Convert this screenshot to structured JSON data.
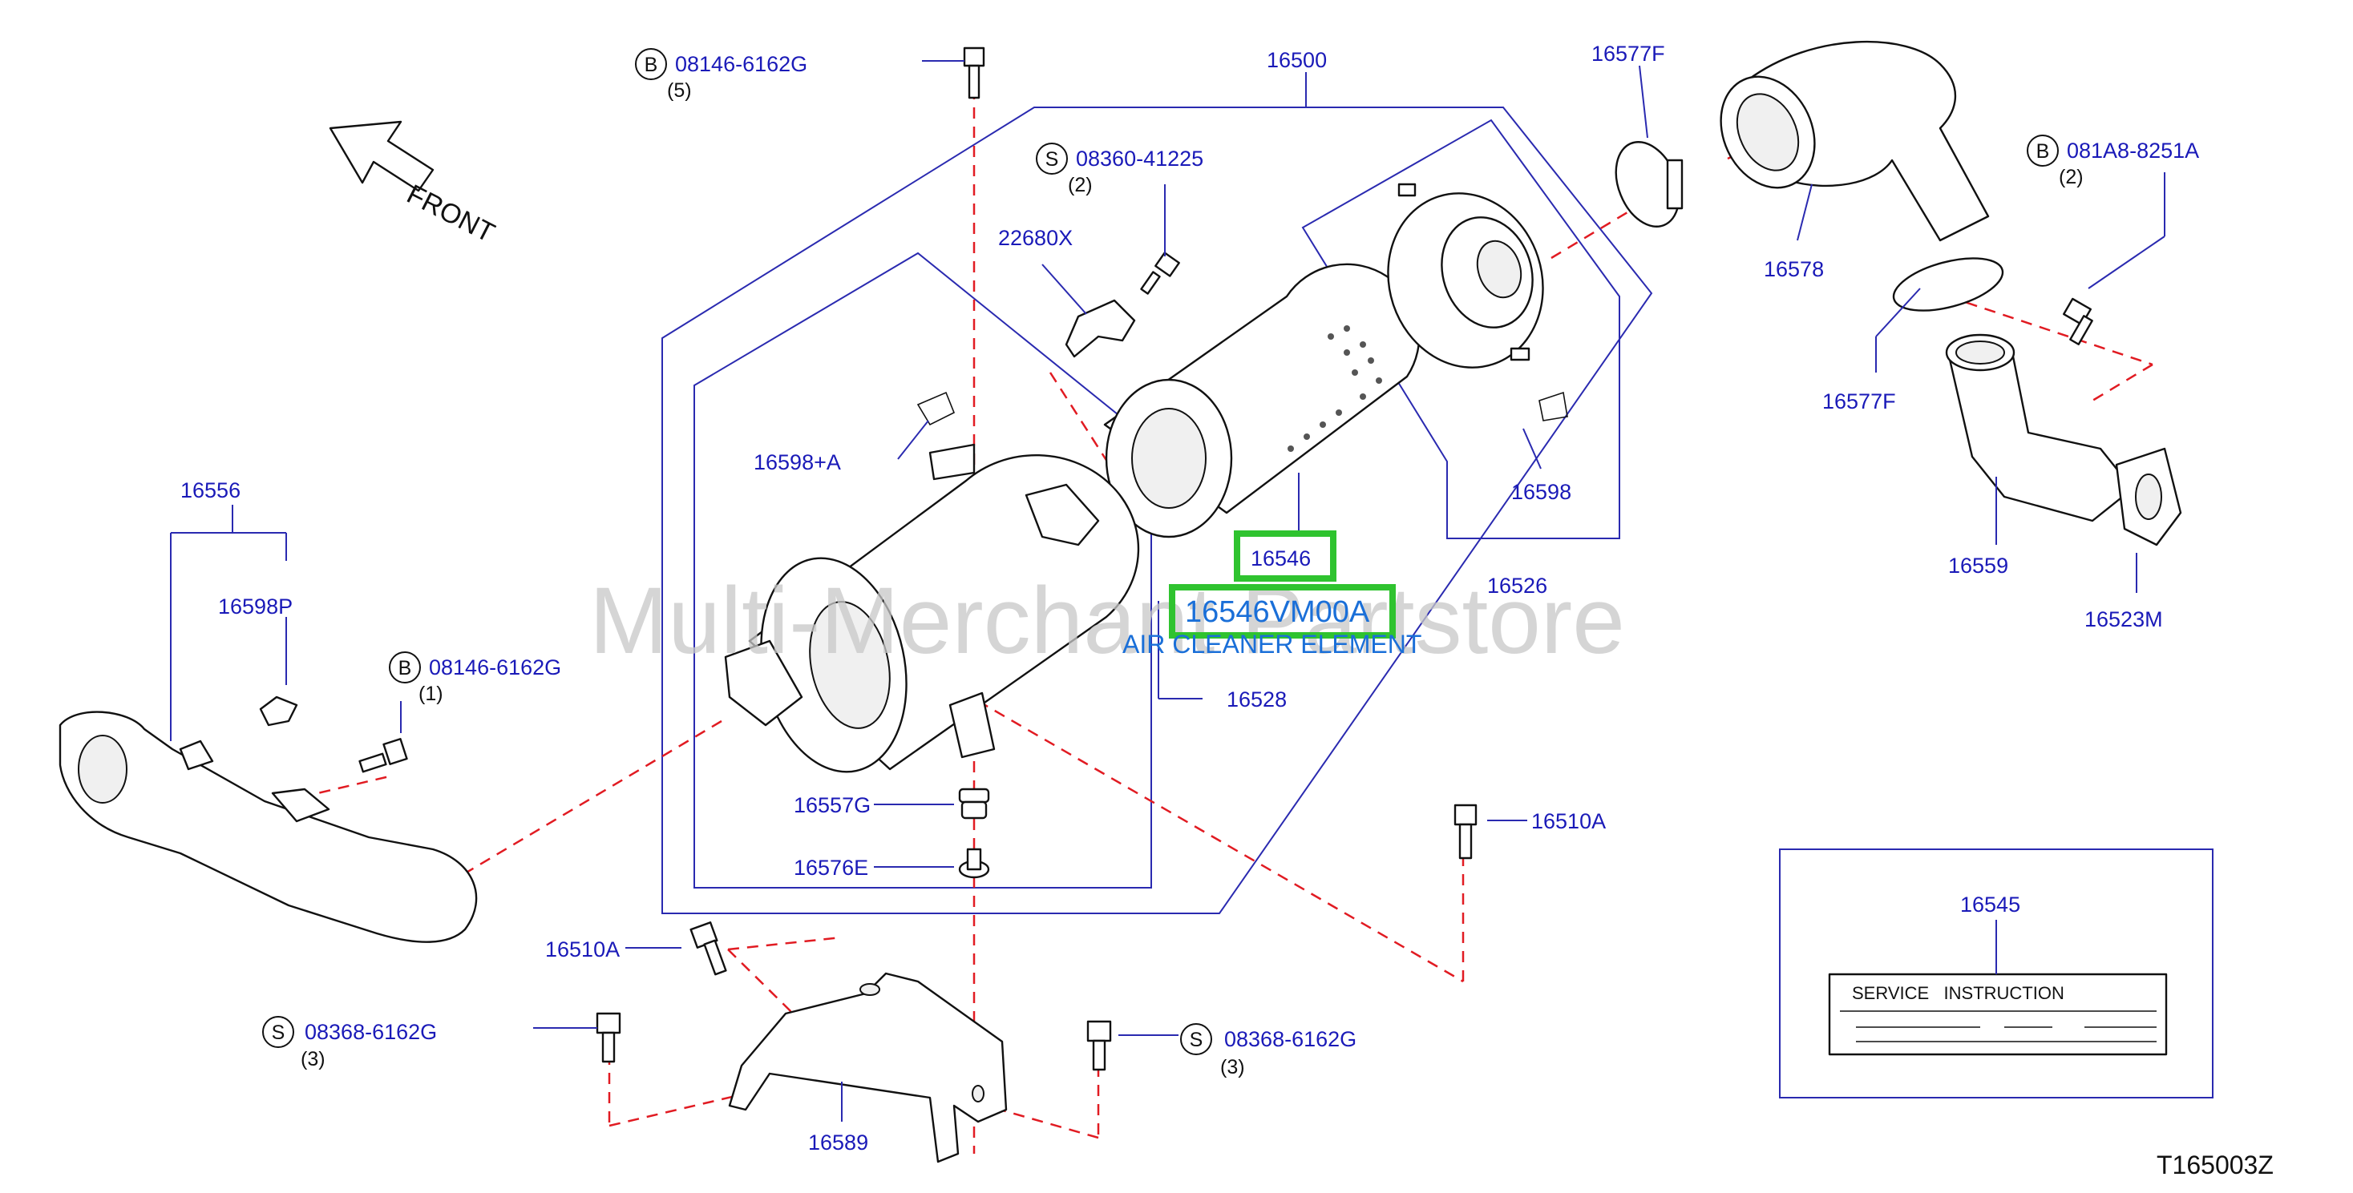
{
  "front_label": "FRONT",
  "diagram_code": "T165003Z",
  "watermark": "Multi-Merchant Partstore",
  "highlight": {
    "part_number": "16546",
    "oem_number": "16546VM00A",
    "description": "AIR CLEANER ELEMENT"
  },
  "service_instruction": "SERVICE   INSTRUCTION",
  "callouts": {
    "c16500": "16500",
    "c16577F_top": "16577F",
    "c16578": "16578",
    "c16577F_low": "16577F",
    "c16559": "16559",
    "c16523M": "16523M",
    "c16526": "16526",
    "c16598": "16598",
    "c22680X": "22680X",
    "c16598A": "16598+A",
    "c16528": "16528",
    "c16557G": "16557G",
    "c16576E": "16576E",
    "c16556": "16556",
    "c16598P": "16598P",
    "c16510A_right": "16510A",
    "c16510A_left": "16510A",
    "c16589": "16589",
    "c16545": "16545"
  },
  "fasteners": [
    {
      "letter": "B",
      "part": "08146-6162G",
      "qty": "(5)"
    },
    {
      "letter": "S",
      "part": "08360-41225",
      "qty": "(2)"
    },
    {
      "letter": "B",
      "part": "081A8-8251A",
      "qty": "(2)"
    },
    {
      "letter": "B",
      "part": "08146-6162G",
      "qty": "(1)"
    },
    {
      "letter": "S",
      "part": "08368-6162G",
      "qty": "(3)"
    },
    {
      "letter": "S",
      "part": "08368-6162G",
      "qty": "(3)"
    }
  ],
  "colors": {
    "callout_text": "#1a1ab8",
    "leader_line": "#2a2ab0",
    "dashed_line": "#e11b22",
    "highlight_border": "#2fc32f",
    "highlight_text": "#1a6fd8"
  }
}
